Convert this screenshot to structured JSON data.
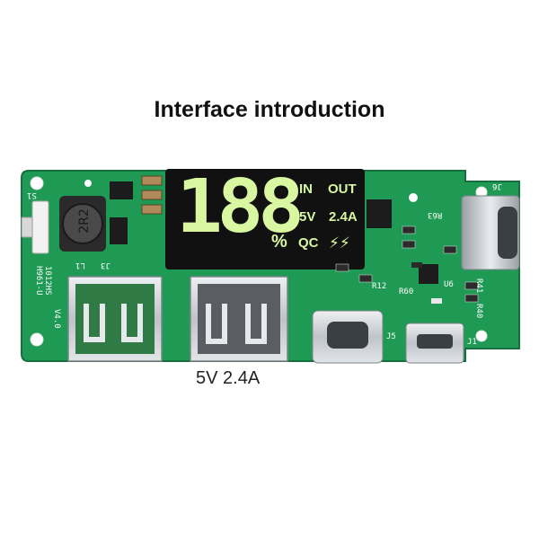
{
  "title": "Interface introduction",
  "caption": "5V 2.4A",
  "display": {
    "digits": "188",
    "percent_sign": "%",
    "label_in": "IN",
    "label_out": "OUT",
    "label_voltage": "5V",
    "label_current": "2.4A",
    "label_qc": "QC",
    "bolt_icon": "⚡⚡"
  },
  "silkscreen": {
    "model": "H961-U",
    "version": "V4.0",
    "date": "1012HS",
    "inductor_marking": "2R2",
    "refs": [
      "L1",
      "J3",
      "R12",
      "R60",
      "U6",
      "R41",
      "R40",
      "J6",
      "J5",
      "J1",
      "R63",
      "S1"
    ]
  },
  "colors": {
    "pcb_green": "#1f9a55",
    "lcd_black": "#111111",
    "lcd_segment": "#d8f7a0",
    "metal": "#c8cdd2",
    "background": "#ffffff"
  }
}
